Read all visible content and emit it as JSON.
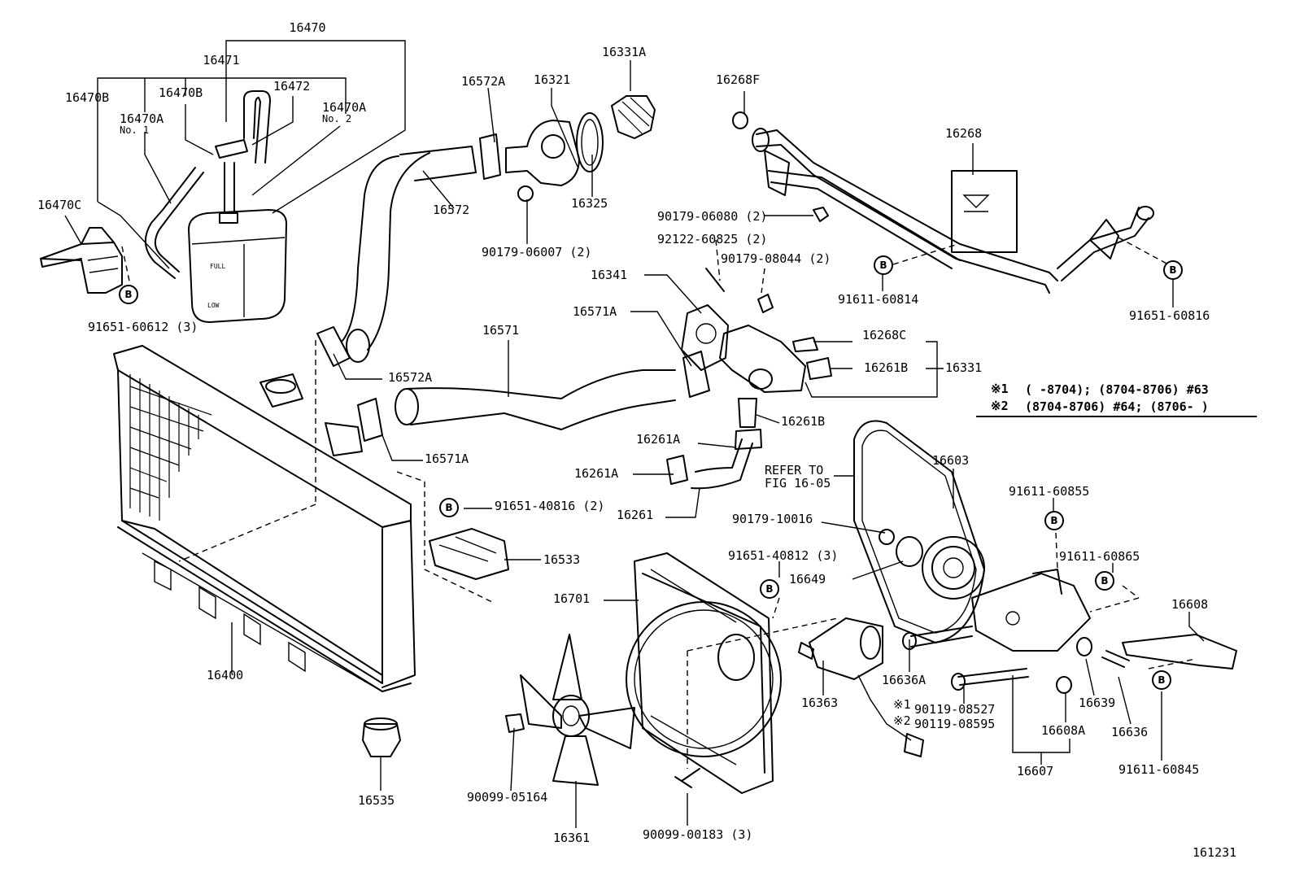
{
  "parts": {
    "p16470": "16470",
    "p16471": "16471",
    "p16470B_a": "16470B",
    "p16470B_b": "16470B",
    "p16472": "16472",
    "p16470A_1": "16470A",
    "no1": "No. 1",
    "p16470A_2": "16470A",
    "no2": "No. 2",
    "p16470C": "16470C",
    "p91651_60612": "91651-60612 (3)",
    "p16572A_top": "16572A",
    "p16321": "16321",
    "p16331A": "16331A",
    "p16572": "16572",
    "p16325": "16325",
    "p90179_06007": "90179-06007 (2)",
    "p16268F": "16268F",
    "p16268": "16268",
    "p90179_06080": "90179-06080 (2)",
    "p92122_60825": "92122-60825 (2)",
    "p90179_08044": "90179-08044 (2)",
    "p91611_60814": "91611-60814",
    "p91651_60816": "91651-60816",
    "p16341": "16341",
    "p16571A_top": "16571A",
    "p16571": "16571",
    "p16268C": "16268C",
    "p16261B_a": "16261B",
    "p16331": "16331",
    "p16572A_mid": "16572A",
    "p16261B_b": "16261B",
    "p16261A_a": "16261A",
    "p16261A_b": "16261A",
    "p16261": "16261",
    "refer1": "REFER TO",
    "refer2": "FIG 16-05",
    "p16571A_mid": "16571A",
    "p91651_40816": "91651-40816 (2)",
    "p16533": "16533",
    "p16603": "16603",
    "p91611_60855": "91611-60855",
    "p90179_10016": "90179-10016",
    "p91651_40812": "91651-40812 (3)",
    "p91611_60865": "91611-60865",
    "p16649": "16649",
    "p16701": "16701",
    "p16608": "16608",
    "p16400": "16400",
    "p16636A": "16636A",
    "p16363": "16363",
    "p16639": "16639",
    "p90119_08527": "90119-08527",
    "p90119_08595": "90119-08595",
    "p16608A": "16608A",
    "p16636": "16636",
    "p16535": "16535",
    "p90099_05164": "90099-05164",
    "p16607": "16607",
    "p91611_60845": "91611-60845",
    "p16361": "16361",
    "p90099_00183": "90099-00183 (3)",
    "fig_id": "161231"
  },
  "notes": {
    "mark1": "※1",
    "mark2": "※2",
    "line1": "(      -8704); (8704-8706) #63",
    "line2": "(8704-8706) #64; (8706-       )"
  },
  "bolt_marker": "B",
  "small_marks": {
    "m1": "※1",
    "m2": "※2"
  }
}
